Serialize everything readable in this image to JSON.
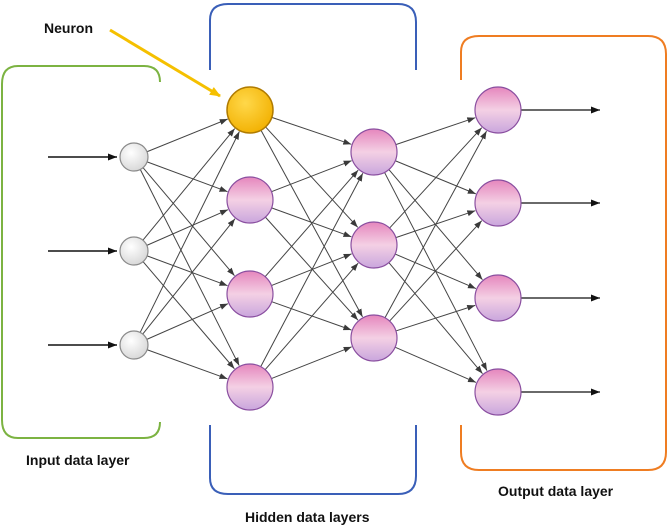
{
  "labels": {
    "neuron": "Neuron",
    "input_layer": "Input data layer",
    "hidden_layers": "Hidden data layers",
    "output_layer": "Output data layer"
  },
  "colors": {
    "input_bracket": "#7cb342",
    "hidden_bracket": "#3a5fb8",
    "output_bracket": "#ef7d22",
    "pointer_arrow": "#f5c000",
    "highlight_neuron": "#f6b800",
    "input_neuron": "#e6e6e6",
    "hidden_neuron": "#e79ac6",
    "connection": "#444444"
  },
  "network": {
    "input_neurons": 3,
    "hidden_layer_1_neurons": 4,
    "hidden_layer_2_neurons": 3,
    "output_neurons": 4,
    "highlighted_neuron": "hidden-layer-1 neuron 1"
  }
}
